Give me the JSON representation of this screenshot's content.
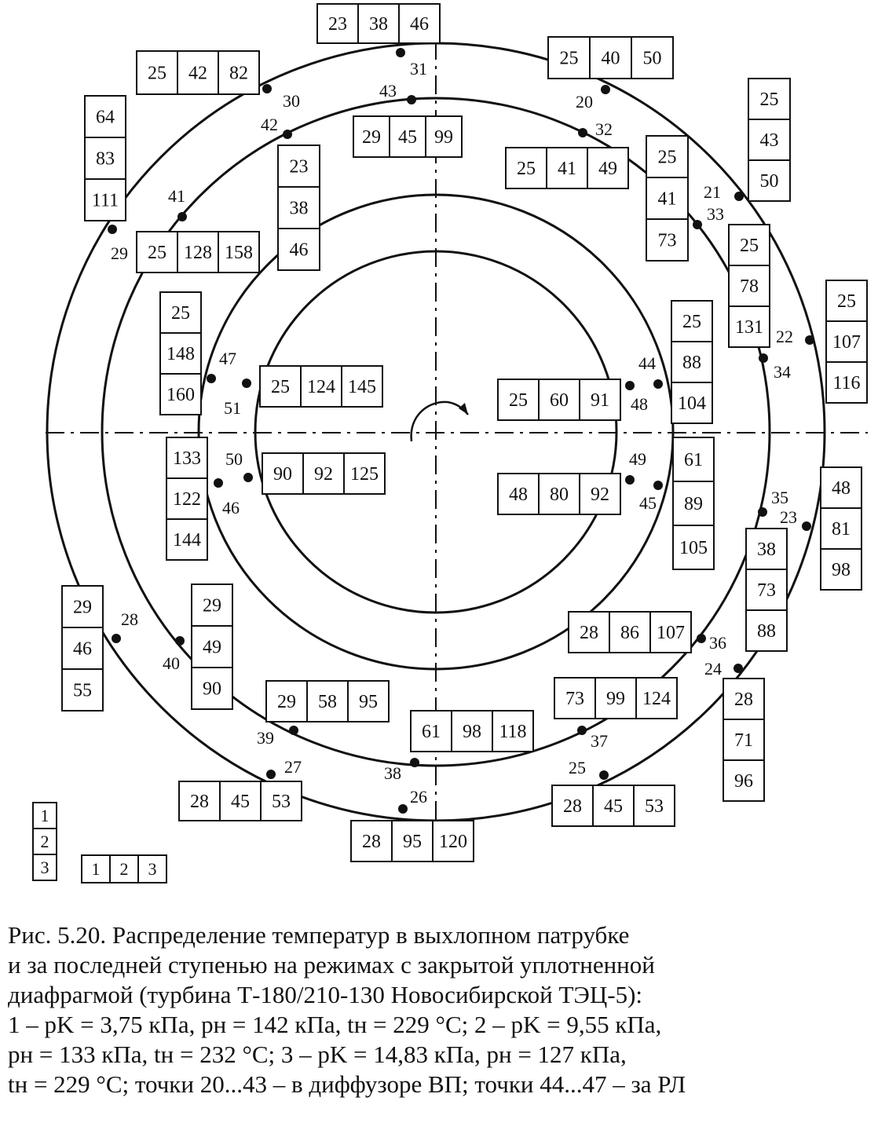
{
  "figure": {
    "caption_lines": [
      "Рис. 5.20. Распределение температур в выхлопном патрубке",
      "и за последней ступенью на режимах с закрытой уплотненной",
      "диафрагмой (турбина Т-180/210-130 Новосибирской ТЭЦ-5):",
      "1 – pK = 3,75 кПа,  pн = 142 кПа,  tн = 229 °С; 2 – pK = 9,55 кПа,",
      "pн = 133 кПа,  tн = 232 °С;  3 – pK = 14,83 кПа,  pн = 127 кПа,",
      "tн = 229 °С;  точки 20...43 – в диффузоре ВП; точки 44...47 – за РЛ"
    ]
  },
  "points": [
    "20",
    "21",
    "22",
    "23",
    "24",
    "25",
    "26",
    "27",
    "28",
    "29",
    "30",
    "31",
    "32",
    "33",
    "34",
    "35",
    "36",
    "37",
    "38",
    "39",
    "40",
    "41",
    "42",
    "43",
    "44",
    "45",
    "46",
    "47",
    "48",
    "49",
    "50",
    "51"
  ],
  "tables": [
    {
      "id": "p31",
      "values": [
        "23",
        "38",
        "46"
      ]
    },
    {
      "id": "p30",
      "values": [
        "25",
        "42",
        "82"
      ]
    },
    {
      "id": "p20",
      "values": [
        "25",
        "40",
        "50"
      ]
    },
    {
      "id": "p29",
      "values": [
        "64",
        "83",
        "111"
      ]
    },
    {
      "id": "p43",
      "values": [
        "29",
        "45",
        "99"
      ]
    },
    {
      "id": "p32",
      "values": [
        "25",
        "41",
        "49"
      ]
    },
    {
      "id": "p21",
      "values": [
        "25",
        "43",
        "50"
      ]
    },
    {
      "id": "p42",
      "values": [
        "23",
        "38",
        "46"
      ]
    },
    {
      "id": "p33",
      "values": [
        "25",
        "41",
        "73"
      ]
    },
    {
      "id": "p41",
      "values": [
        "25",
        "128",
        "158"
      ]
    },
    {
      "id": "p34",
      "values": [
        "25",
        "78",
        "131"
      ]
    },
    {
      "id": "p22",
      "values": [
        "25",
        "107",
        "116"
      ]
    },
    {
      "id": "p47",
      "values": [
        "25",
        "148",
        "160"
      ]
    },
    {
      "id": "p44",
      "values": [
        "25",
        "88",
        "104"
      ]
    },
    {
      "id": "p51",
      "values": [
        "25",
        "124",
        "145"
      ]
    },
    {
      "id": "p48",
      "values": [
        "25",
        "60",
        "91"
      ]
    },
    {
      "id": "p46",
      "values": [
        "133",
        "122",
        "144"
      ]
    },
    {
      "id": "p50",
      "values": [
        "90",
        "92",
        "125"
      ]
    },
    {
      "id": "p45",
      "values": [
        "61",
        "89",
        "105"
      ]
    },
    {
      "id": "p49",
      "values": [
        "48",
        "80",
        "92"
      ]
    },
    {
      "id": "p23",
      "values": [
        "48",
        "81",
        "98"
      ]
    },
    {
      "id": "p35",
      "values": [
        "38",
        "73",
        "88"
      ]
    },
    {
      "id": "p28",
      "values": [
        "29",
        "46",
        "55"
      ]
    },
    {
      "id": "p40",
      "values": [
        "29",
        "49",
        "90"
      ]
    },
    {
      "id": "p36",
      "values": [
        "28",
        "86",
        "107"
      ]
    },
    {
      "id": "p24",
      "values": [
        "28",
        "71",
        "96"
      ]
    },
    {
      "id": "p39",
      "values": [
        "29",
        "58",
        "95"
      ]
    },
    {
      "id": "p37",
      "values": [
        "73",
        "99",
        "124"
      ]
    },
    {
      "id": "p38",
      "values": [
        "61",
        "98",
        "118"
      ]
    },
    {
      "id": "p27",
      "values": [
        "28",
        "45",
        "53"
      ]
    },
    {
      "id": "p25",
      "values": [
        "28",
        "45",
        "53"
      ]
    },
    {
      "id": "p26",
      "values": [
        "28",
        "95",
        "120"
      ]
    }
  ],
  "legend": {
    "vertical": [
      "1",
      "2",
      "3"
    ],
    "horizontal": [
      "1",
      "2",
      "3"
    ]
  }
}
